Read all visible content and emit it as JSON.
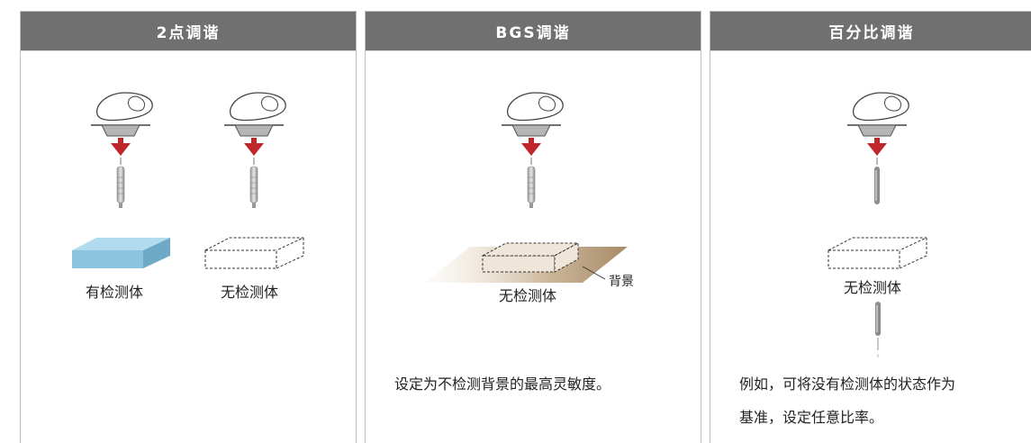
{
  "panels": [
    {
      "title": "2点调谐",
      "labels": [
        "有检测体",
        "无检测体"
      ]
    },
    {
      "title": "BGS调谐",
      "label": "无检测体",
      "background_label": "背景",
      "description": "设定为不检测背景的最高灵敏度。"
    },
    {
      "title": "百分比调谐",
      "label": "无检测体",
      "description_lines": [
        "例如，可将没有检测体的状态作为",
        "基准，设定任意比率。"
      ]
    }
  ],
  "icons": [
    "finger-icon",
    "button-icon",
    "down-arrow-icon",
    "sensor-probe-icon",
    "workpiece-icon"
  ],
  "colors": {
    "header": "#707070",
    "arrow": "#c0272d",
    "workpiece": "#8cc4e0",
    "background_surface": "#b89a78"
  }
}
